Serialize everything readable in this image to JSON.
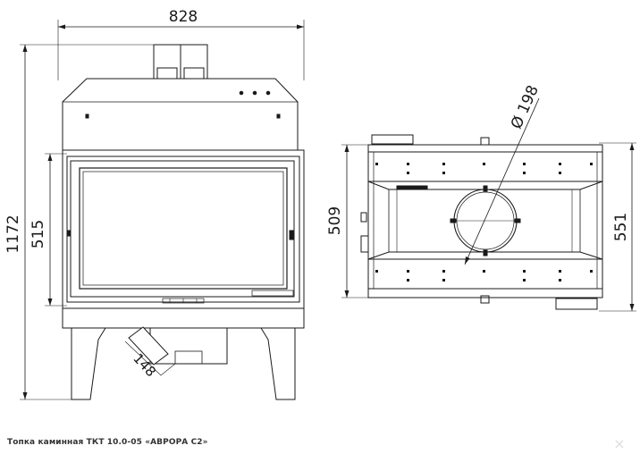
{
  "front_view": {
    "width_dim": "828",
    "height_dim": "1172",
    "door_height_dim": "515",
    "flue_dim": "148"
  },
  "top_view": {
    "depth_dim": "509",
    "outer_depth_dim": "551",
    "collar_dim": "Ø 198"
  },
  "caption": "Топка каминная ТКТ 10.0-05 «АВРОРА С2»",
  "close_label": "×"
}
